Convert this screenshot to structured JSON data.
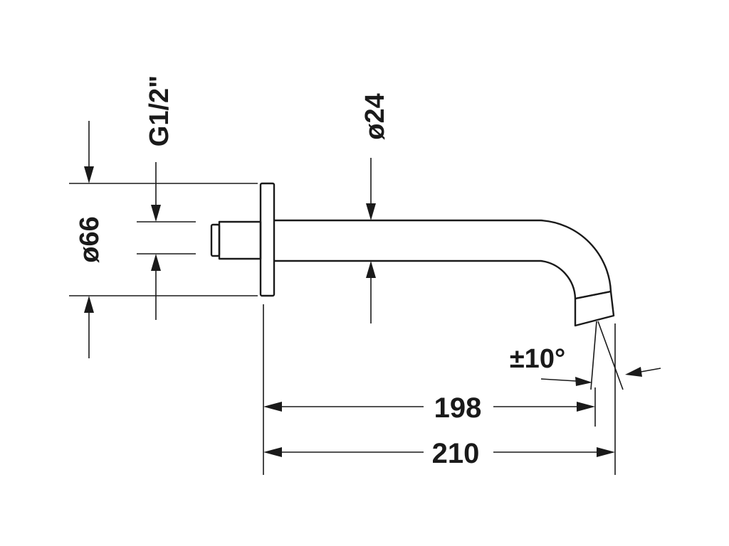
{
  "dimensions": {
    "thread": "G1/2\"",
    "outlet_diameter": "ø24",
    "rosette_diameter": "ø66",
    "angle": "±10°",
    "projection_inner": "198",
    "projection_total": "210"
  },
  "colors": {
    "line": "#1a1a1a",
    "background": "#ffffff"
  }
}
